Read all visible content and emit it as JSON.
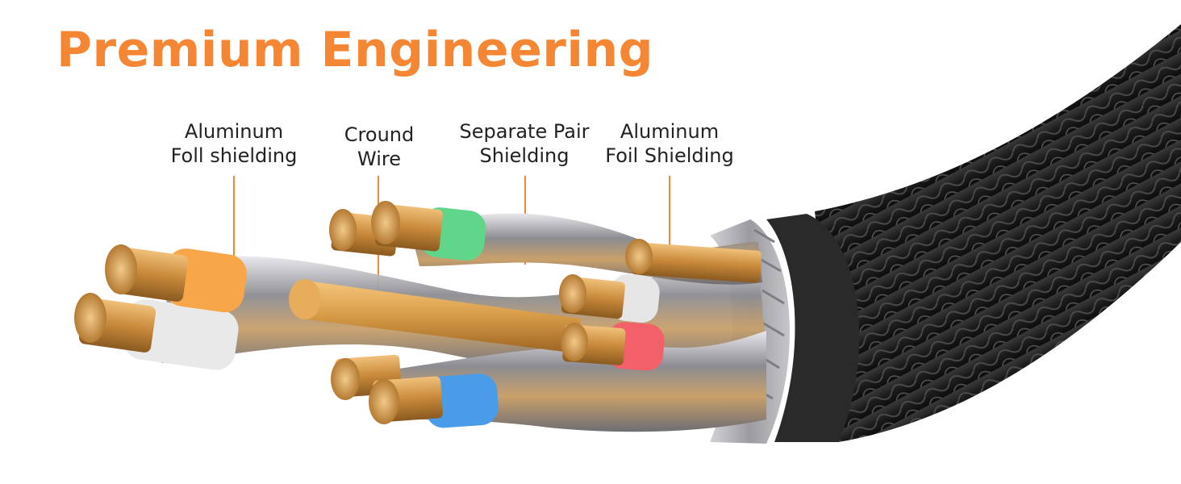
{
  "headline": "Premium Engineering",
  "colors": {
    "accent": "#f58634",
    "text": "#222222",
    "copper": "#c8893a",
    "jacket": "#1e1e1e",
    "foil": "#b9b9bd",
    "insulation_orange": "#f7a64a",
    "insulation_green": "#5fd68a",
    "insulation_red": "#f2606a",
    "insulation_blue": "#4a9be8",
    "insulation_white": "#e9e9e9"
  },
  "callouts": [
    {
      "line1": "Aluminum",
      "line2": "Foll shielding"
    },
    {
      "line1": "Cround",
      "line2": "Wire"
    },
    {
      "line1": "Separate Pair",
      "line2": "Shielding"
    },
    {
      "line1": "Aluminum",
      "line2": "Foil Shielding"
    }
  ]
}
